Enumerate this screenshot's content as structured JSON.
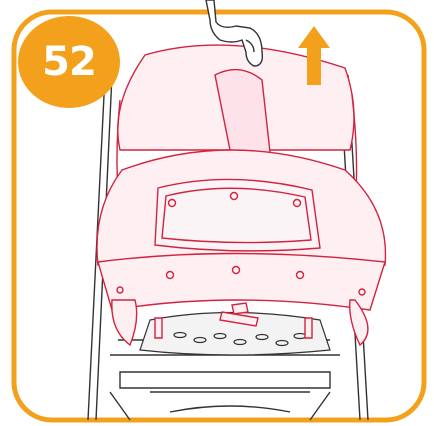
{
  "step": {
    "number": "52"
  },
  "colors": {
    "frame": "#f3a11c",
    "badge": "#f3a11c",
    "arrow": "#f3a11c",
    "fabric_outline": "#d2233f",
    "fabric_fill": "#fde9ee",
    "frame_lines": "#333333",
    "hand": "#ffffff"
  },
  "illustration": {
    "subject": "stroller-seat-fabric-removal",
    "action": "lift-upward",
    "icons": [
      "hand-icon",
      "up-arrow-icon"
    ]
  }
}
